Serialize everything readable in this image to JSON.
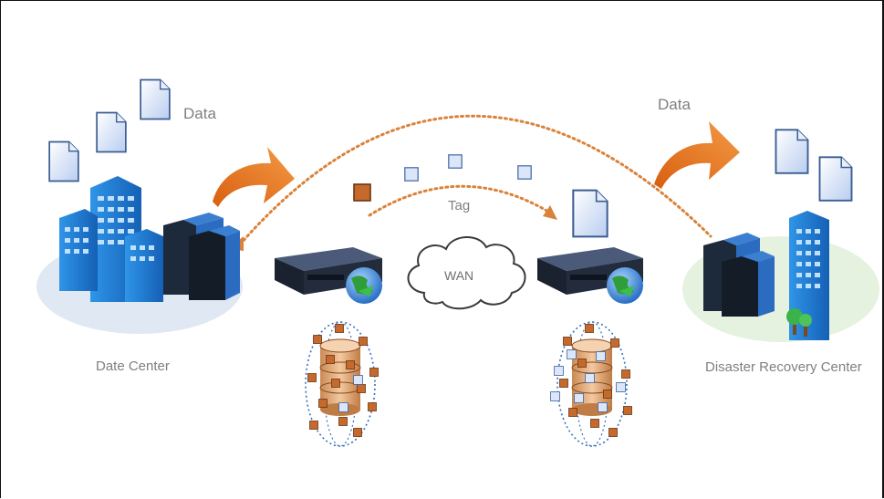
{
  "labels": {
    "data_left": "Data",
    "data_right": "Data",
    "tag": "Tag",
    "wan": "WAN",
    "date_center": "Date Center",
    "disaster_recovery_center": "Disaster Recovery Center"
  },
  "colors": {
    "orange": "#e87722",
    "dotted_orange": "#d9833a",
    "building_blue": "#1f7fd6",
    "server_dark": "#1b2433",
    "ellipse_left": "#dfe7f3",
    "ellipse_right": "#e7f3e2",
    "doc_fill": "#c6d7f2",
    "cylinder": "#e0a878",
    "tag_square": "#c56a2c"
  },
  "icons": [
    "document-icon",
    "building-icon",
    "server-rack-icon",
    "appliance-icon",
    "globe-icon",
    "cloud-icon",
    "database-icon",
    "tree-icon",
    "arrow-icon"
  ]
}
